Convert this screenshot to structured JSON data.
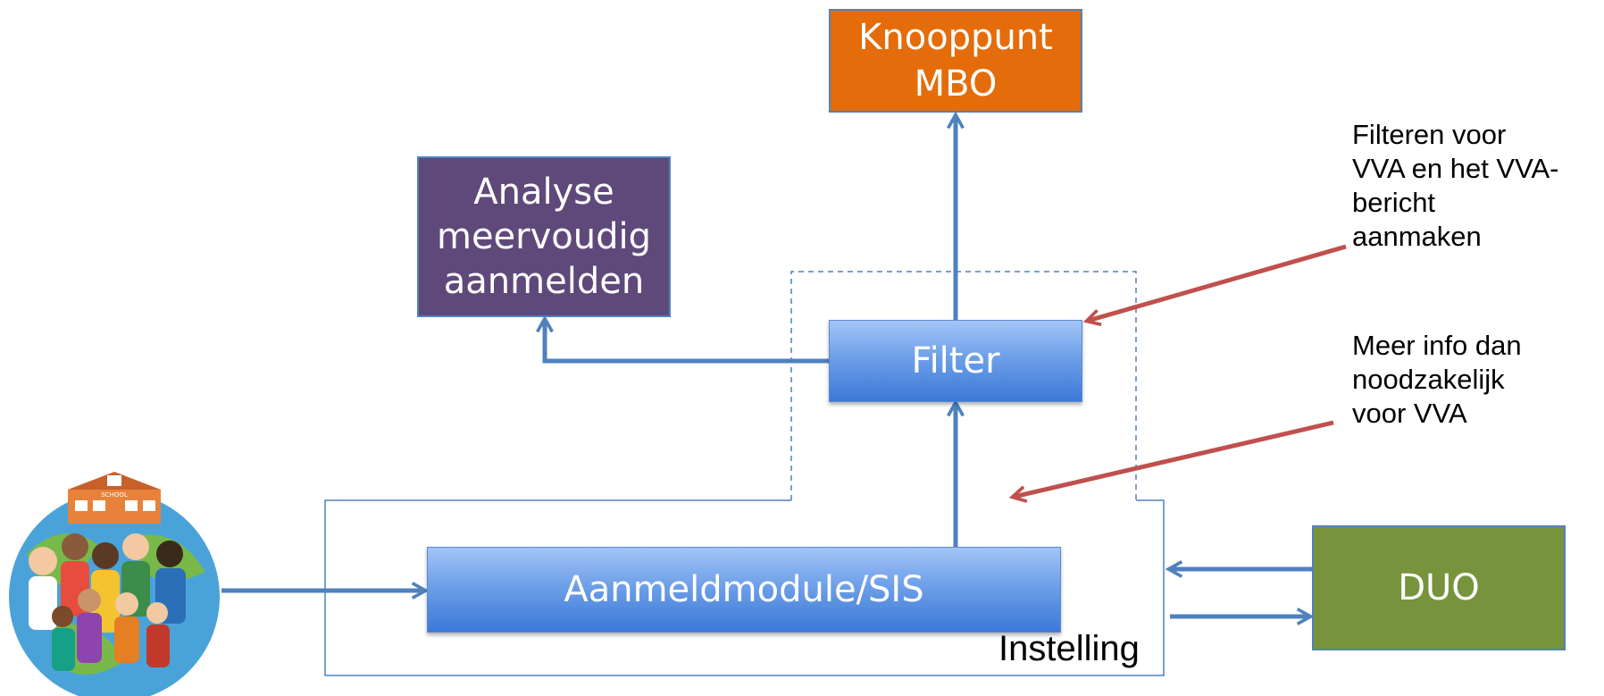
{
  "diagram": {
    "knooppunt": {
      "line1": "Knooppunt",
      "line2": "MBO",
      "color": "#e46c0a"
    },
    "analyse": {
      "line1": "Analyse",
      "line2": "meervoudig",
      "line3": "aanmelden",
      "color": "#5f497a"
    },
    "filter": {
      "label": "Filter",
      "color": "#5b8fe0"
    },
    "aanmeldmodule": {
      "label": "Aanmeldmodule/SIS",
      "color": "#5b8fe0"
    },
    "duo": {
      "label": "DUO",
      "color": "#77933c"
    },
    "instelling": {
      "label": "Instelling"
    },
    "annotations": [
      {
        "lines": [
          "Filteren voor",
          "VVA en het VVA-",
          "bericht",
          "aanmaken"
        ]
      },
      {
        "lines": [
          "Meer info dan",
          "noodzakelijk",
          "voor VVA"
        ]
      }
    ],
    "students_image": {
      "icon": "students-globe-icon",
      "caption": "SCHOOL"
    },
    "colors": {
      "arrow": "#4f81bd",
      "annotation_arrow": "#c0504d"
    }
  }
}
